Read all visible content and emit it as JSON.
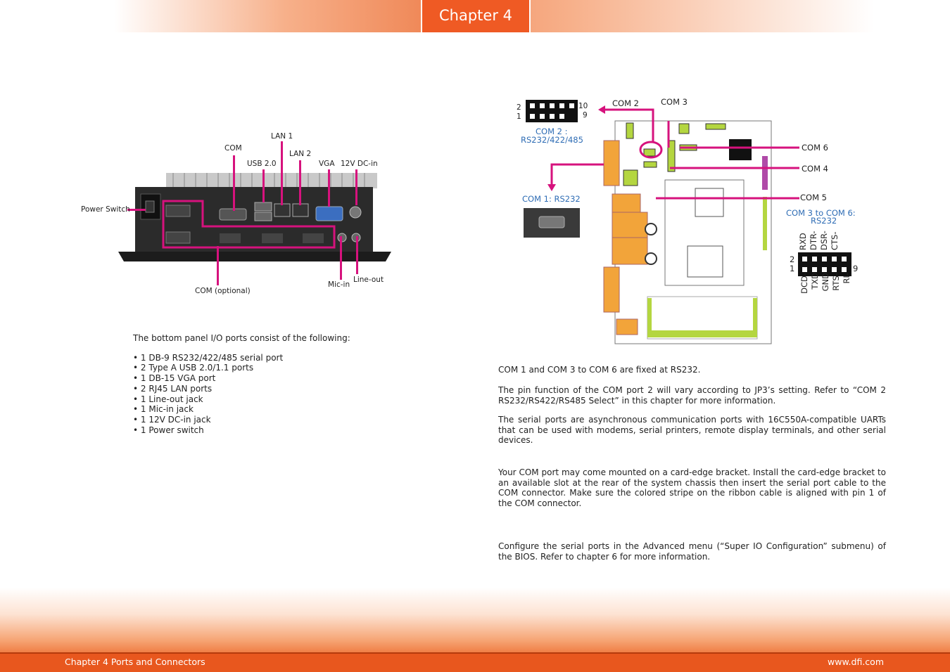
{
  "header": {
    "chapter": "Chapter 4"
  },
  "footer": {
    "left": "Chapter 4 Ports and Connectors",
    "right": "www.dfi.com"
  },
  "panel_labels": {
    "com": "COM",
    "lan1": "LAN 1",
    "usb": "USB 2.0",
    "lan2": "LAN 2",
    "vga": "VGA",
    "dcin": "12V DC-in",
    "power": "Power Switch",
    "com_optional": "COM (optional)",
    "mic": "Mic-in",
    "lineout": "Line-out"
  },
  "ports_intro": "The bottom panel I/O ports consist of the following:",
  "ports_list": [
    "1 DB-9 RS232/422/485 serial port",
    "2 Type A USB 2.0/1.1 ports",
    "1 DB-15 VGA port",
    "2 RJ45 LAN ports",
    "1 Line-out jack",
    "1 Mic-in jack",
    "1 12V DC-in jack",
    "1 Power switch"
  ],
  "board_labels": {
    "com2": "COM 2",
    "com3": "COM 3",
    "com6": "COM 6",
    "com4": "COM 4",
    "com5": "COM 5",
    "com2_mode": "COM 2 :",
    "com2_mode2": "RS232/422/485",
    "com1": "COM 1: RS232",
    "com36": "COM 3 to COM 6:",
    "com36b": "RS232",
    "pin2": "2",
    "pin1": "1",
    "pin10": "10",
    "pin9": "9",
    "hpin2": "2",
    "hpin1": "1",
    "hpin9": "9",
    "top_pins": [
      "RXD",
      "DTR-",
      "DSR-",
      "CTS-"
    ],
    "bottom_pins": [
      "DCD-",
      "TXD",
      "GND",
      "RTS-",
      "RI-"
    ]
  },
  "paragraphs": [
    "COM 1 and COM 3 to COM 6 are fixed at RS232.",
    "The pin function of the COM port 2 will vary according to JP3’s setting. Refer to “COM 2 RS232/RS422/RS485 Select” in this chapter for more information.",
    "The serial ports are asynchronous communication ports with 16C550A-compatible UARTs that can be used with modems, serial printers, remote display terminals, and other serial devices.",
    "Your COM port may come mounted on a card-edge bracket. Install the card-edge bracket to an available slot at the rear of the system chassis then insert the serial port cable to the COM connector. Make sure the colored stripe on the ribbon cable is aligned with pin 1 of the COM connector.",
    "Configure the serial ports in the Advanced menu (“Super IO Configuration” submenu) of the BIOS. Refer to chapter 6 for more information."
  ],
  "colors": {
    "accent": "#ef5a24",
    "pointer": "#d6127d",
    "label_blue": "#2f6db5"
  }
}
